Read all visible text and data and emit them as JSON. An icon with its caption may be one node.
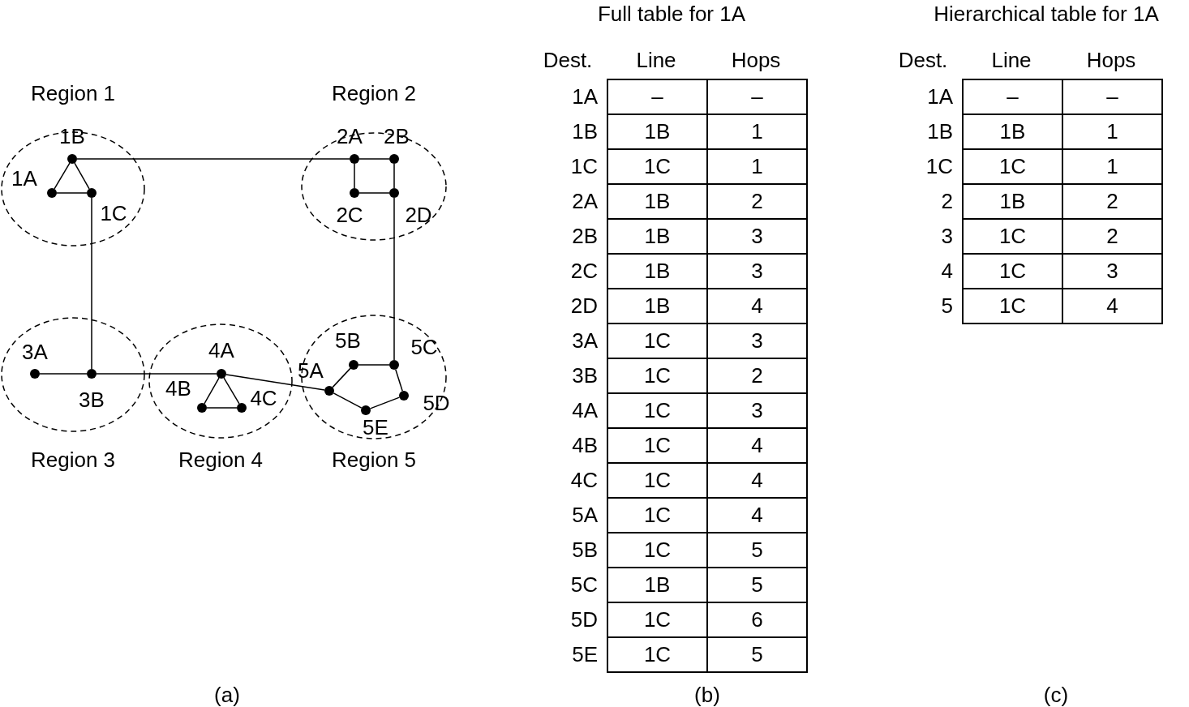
{
  "diagram": {
    "nodes": [
      {
        "text": [
          "Region 1"
        ]
      },
      {
        "text": [
          "1A"
        ],
        "in": 0
      },
      {
        "text": [
          "1B"
        ],
        "in": 0
      },
      {
        "text": [
          "1C"
        ],
        "in": 0
      },
      {
        "text": [
          "Region 2"
        ]
      },
      {
        "text": [
          "2A"
        ],
        "in": 4
      },
      {
        "text": [
          "2B"
        ],
        "in": 4
      },
      {
        "text": [
          "2C"
        ],
        "in": 4
      },
      {
        "text": [
          "2D"
        ],
        "in": 4
      },
      {
        "text": [
          "Region 3"
        ]
      },
      {
        "text": [
          "3A"
        ],
        "in": 9
      },
      {
        "text": [
          "3B"
        ],
        "in": 9
      },
      {
        "text": [
          "Region 4"
        ]
      },
      {
        "text": [
          "4A"
        ],
        "in": 12
      },
      {
        "text": [
          "4B"
        ],
        "in": 12
      },
      {
        "text": [
          "4C"
        ],
        "in": 12
      },
      {
        "text": [
          "Region 5"
        ]
      },
      {
        "text": [
          "5A"
        ],
        "in": 16
      },
      {
        "text": [
          "5B"
        ],
        "in": 16
      },
      {
        "text": [
          "5C"
        ],
        "in": 16
      },
      {
        "text": [
          "5D"
        ],
        "in": 16
      },
      {
        "text": [
          "5E"
        ],
        "in": 16
      }
    ],
    "edges": [
      {
        "from": 1,
        "to": 2,
        "arrow": "none"
      },
      {
        "from": 2,
        "to": 3,
        "arrow": "none"
      },
      {
        "from": 1,
        "to": 3,
        "arrow": "none"
      },
      {
        "from": 2,
        "to": 5,
        "arrow": "none"
      },
      {
        "from": 5,
        "to": 6,
        "arrow": "none"
      },
      {
        "from": 5,
        "to": 7,
        "arrow": "none"
      },
      {
        "from": 6,
        "to": 8,
        "arrow": "none"
      },
      {
        "from": 7,
        "to": 8,
        "arrow": "none"
      },
      {
        "from": 3,
        "to": 11,
        "arrow": "none"
      },
      {
        "from": 10,
        "to": 11,
        "arrow": "none"
      },
      {
        "from": 11,
        "to": 13,
        "arrow": "none"
      },
      {
        "from": 13,
        "to": 14,
        "arrow": "none"
      },
      {
        "from": 13,
        "to": 15,
        "arrow": "none"
      },
      {
        "from": 14,
        "to": 15,
        "arrow": "none"
      },
      {
        "from": 13,
        "to": 17,
        "arrow": "none"
      },
      {
        "from": 8,
        "to": 19,
        "arrow": "none"
      },
      {
        "from": 17,
        "to": 18,
        "arrow": "none"
      },
      {
        "from": 18,
        "to": 19,
        "arrow": "none"
      },
      {
        "from": 19,
        "to": 20,
        "arrow": "none"
      },
      {
        "from": 20,
        "to": 21,
        "arrow": "none"
      },
      {
        "from": 21,
        "to": 17,
        "arrow": "none"
      }
    ],
    "labels": [
      "Full table for 1A",
      "Dest.",
      "Line",
      "Hops",
      "1A",
      "–",
      "–",
      "1B",
      "1B",
      "1",
      "1C",
      "1C",
      "1",
      "2A",
      "1B",
      "2",
      "2B",
      "1B",
      "3",
      "2C",
      "1B",
      "3",
      "2D",
      "1B",
      "4",
      "3A",
      "1C",
      "3",
      "3B",
      "1C",
      "2",
      "4A",
      "1C",
      "3",
      "4B",
      "1C",
      "4",
      "4C",
      "1C",
      "4",
      "5A",
      "1C",
      "4",
      "5B",
      "1C",
      "5",
      "5C",
      "1B",
      "5",
      "5D",
      "1C",
      "6",
      "5E",
      "1C",
      "5",
      "Hierarchical table for 1A",
      "Dest.",
      "Line",
      "Hops",
      "1A",
      "–",
      "–",
      "1B",
      "1B",
      "1",
      "1C",
      "1C",
      "1",
      "2",
      "1B",
      "2",
      "3",
      "1C",
      "2",
      "4",
      "1C",
      "3",
      "5",
      "1C",
      "4",
      "(a)",
      "(b)",
      "(c)"
    ]
  }
}
